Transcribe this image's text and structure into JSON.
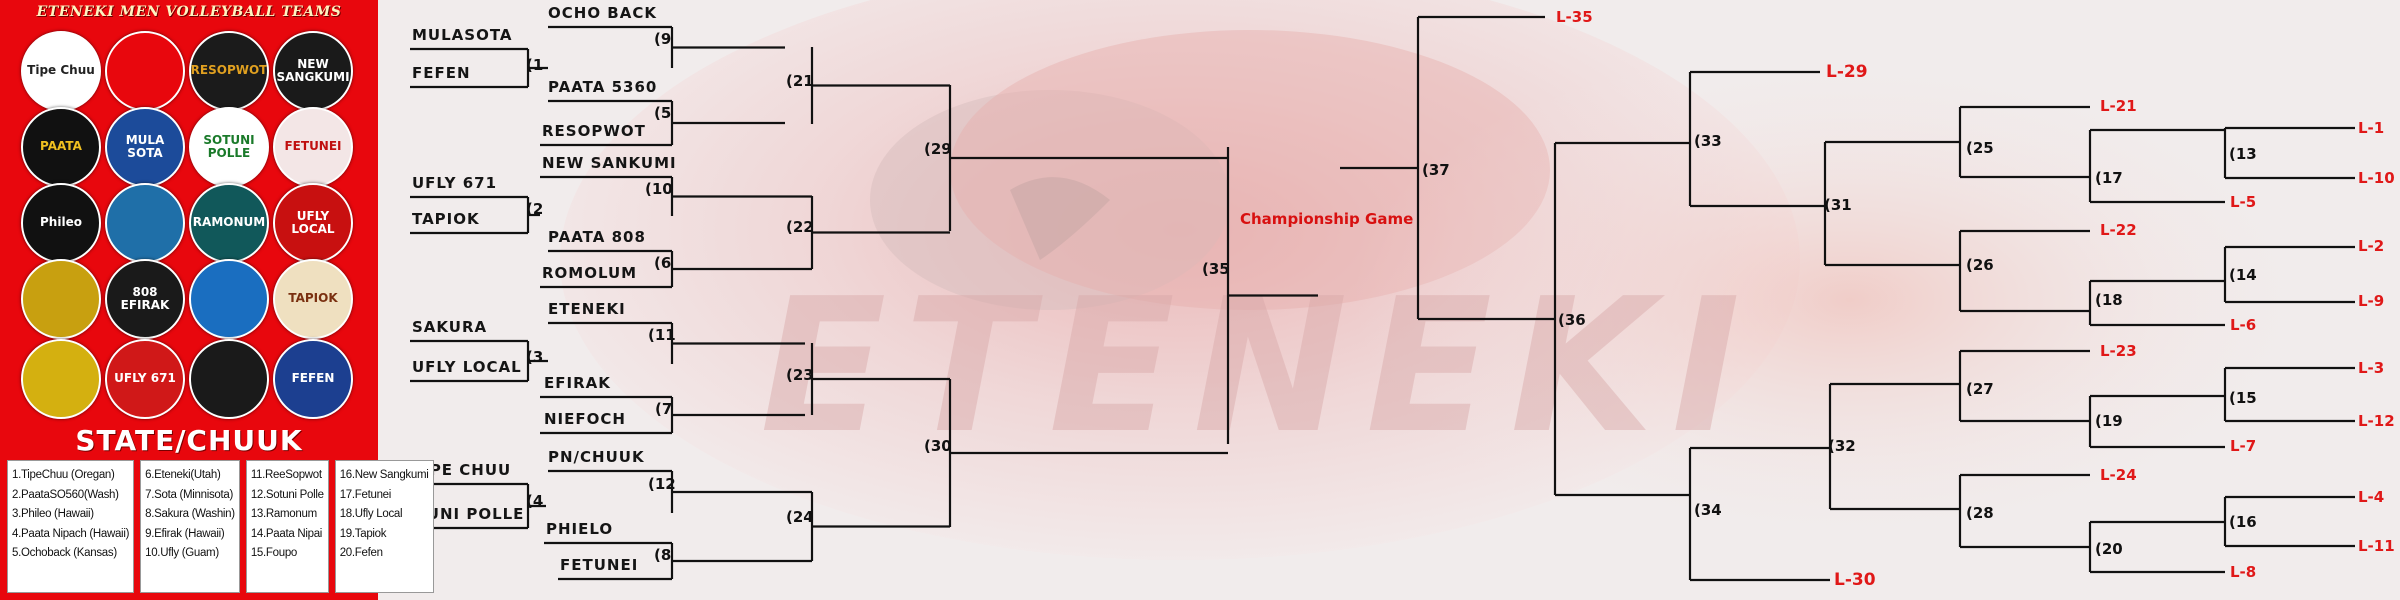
{
  "panel": {
    "title": "ETENEKI MEN VOLLEYBALL TEAMS",
    "state": "STATE/CHUUK",
    "logos": [
      {
        "name": "tipe-chuu-logo",
        "text": "Tipe Chuu",
        "bg": "#ffffff",
        "fg": "#222222"
      },
      {
        "name": "mascot-logo",
        "text": "",
        "bg": "#e8070d",
        "fg": "#ffffff"
      },
      {
        "name": "resopwot-logo",
        "text": "RESOPWOT",
        "bg": "#1b1b1b",
        "fg": "#e0a020"
      },
      {
        "name": "new-sangkumi-logo",
        "text": "NEW SANGKUMI",
        "bg": "#1a1a1a",
        "fg": "#ffffff"
      },
      {
        "name": "paata-logo",
        "text": "PAATA",
        "bg": "#111111",
        "fg": "#f0c020"
      },
      {
        "name": "mula-sota-logo",
        "text": "MULA SOTA",
        "bg": "#1c4b9a",
        "fg": "#ffffff"
      },
      {
        "name": "sotuni-polle-logo",
        "text": "SOTUNI POLLE",
        "bg": "#ffffff",
        "fg": "#1a7a2a"
      },
      {
        "name": "fetunei-logo",
        "text": "FETUNEI",
        "bg": "#f3e6e6",
        "fg": "#c01010"
      },
      {
        "name": "phileo-logo",
        "text": "Phileo",
        "bg": "#111111",
        "fg": "#ffffff"
      },
      {
        "name": "palm-logo",
        "text": "",
        "bg": "#1f6fa8",
        "fg": "#ffffff"
      },
      {
        "name": "ramonum-logo",
        "text": "RAMONUM",
        "bg": "#11585a",
        "fg": "#ffffff"
      },
      {
        "name": "ufly-local-logo",
        "text": "UFLY LOCAL",
        "bg": "#c81010",
        "fg": "#ffffff"
      },
      {
        "name": "eteneki-logo",
        "text": "",
        "bg": "#c8a010",
        "fg": "#222222"
      },
      {
        "name": "808-efirak-logo",
        "text": "808 EFIRAK",
        "bg": "#1a1a1a",
        "fg": "#ffffff"
      },
      {
        "name": "chunu-logo",
        "text": "",
        "bg": "#1a6ec0",
        "fg": "#f0d030"
      },
      {
        "name": "tapiok-logo",
        "text": "TAPIOK",
        "bg": "#efe0c0",
        "fg": "#7a3010"
      },
      {
        "name": "ocho-back-logo",
        "text": "",
        "bg": "#d4b010",
        "fg": "#222222"
      },
      {
        "name": "ufly-671-logo",
        "text": "UFLY 671",
        "bg": "#d01818",
        "fg": "#ffffff"
      },
      {
        "name": "foupo-logo",
        "text": "",
        "bg": "#1a1a1a",
        "fg": "#d0a040"
      },
      {
        "name": "fefen-logo",
        "text": "FEFEN",
        "bg": "#1c3f90",
        "fg": "#ffffff"
      }
    ],
    "columns": [
      [
        "1.TipeChuu (Oregan)",
        "2.PaataSO560(Wash)",
        "3.Phileo (Hawaii)",
        "4.Paata Nipach (Hawaii)",
        "5.Ochoback (Kansas)"
      ],
      [
        "6.Eteneki(Utah)",
        "7.Sota (Minnisota)",
        "8.Sakura (Washin)",
        "9.Efirak (Hawaii)",
        "10.Ufly (Guam)"
      ],
      [
        "11.ReeSopwot",
        "12.Sotuni Polle",
        "13.Ramonum",
        "14.Paata Nipai",
        "15.Foupo"
      ],
      [
        "16.New Sangkumi",
        "17.Fetunei",
        "18.Ufly Local",
        "19.Tapiok",
        "20.Fefen"
      ]
    ]
  },
  "background_word": "ETENEKI",
  "bracket": {
    "teams": [
      "OCHO BACK",
      "MULASOTA",
      "FEFEN",
      "PAATA 5360",
      "RESOPWOT",
      "NEW SANKUMI",
      "UFLY 671",
      "TAPIOK",
      "PAATA 808",
      "ROMOLUM",
      "ETENEKI",
      "SAKURA",
      "UFLY LOCAL",
      "EFIRAK",
      "NIEFOCH",
      "PN/CHUUK",
      "TIPE CHUU",
      "SOTUNI POLLE",
      "PHIELO",
      "FETUNEI"
    ],
    "games": [
      "(1",
      "(9",
      "(5",
      "(21",
      "(2",
      "(10",
      "(6",
      "(22",
      "(29",
      "(3",
      "(11",
      "(7",
      "(23",
      "(4",
      "(12",
      "(8",
      "(24",
      "(30",
      "(35",
      "(37",
      "(33",
      "(31",
      "(36",
      "(32",
      "(34",
      "(25",
      "(17",
      "(13",
      "(26",
      "(18",
      "(14",
      "(27",
      "(19",
      "(15",
      "(28",
      "(20",
      "(16"
    ],
    "championship_label": "Championship Game",
    "losers": [
      "L-35",
      "L-29",
      "L-21",
      "L-1",
      "L-10",
      "L-5",
      "L-22",
      "L-2",
      "L-9",
      "L-6",
      "L-23",
      "L-3",
      "L-12",
      "L-7",
      "L-24",
      "L-4",
      "L-11",
      "L-8",
      "L-30"
    ]
  }
}
